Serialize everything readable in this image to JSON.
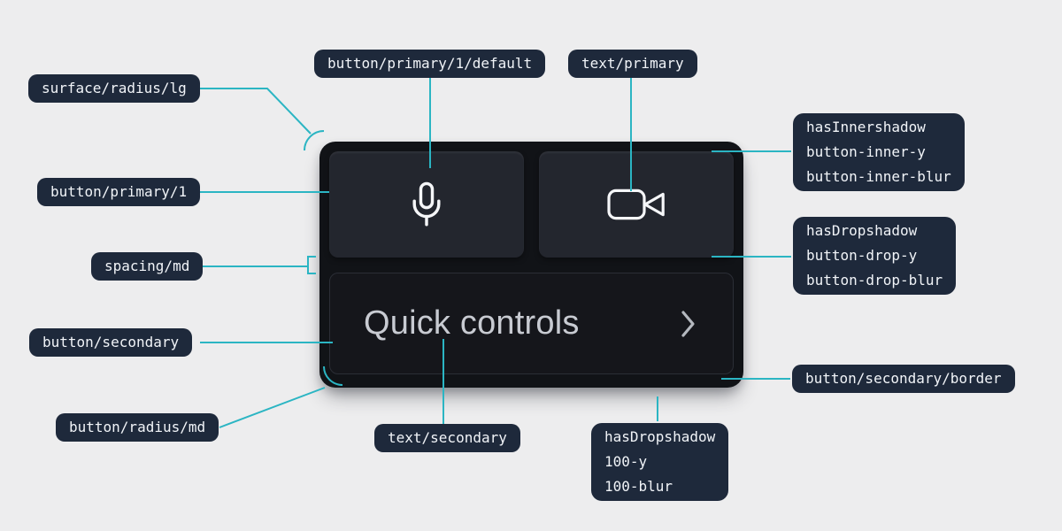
{
  "page": {
    "background_color": "#ededee",
    "accent_line_color": "#2bb5c3",
    "chip_background_color": "#1e293b",
    "chip_text_color": "#f1f4f8"
  },
  "card": {
    "background_color": "#111317",
    "primary_button_color": "#23262e",
    "secondary_button_color": "#15161b",
    "secondary_button_border_color": "#2b2e36",
    "mic_button": {
      "icon": "microphone-icon"
    },
    "video_button": {
      "icon": "video-camera-icon"
    },
    "quick_controls": {
      "label": "Quick controls",
      "icon": "chevron-right-icon",
      "text_color": "#c8cbd2"
    }
  },
  "annotations": {
    "surface_radius_lg": {
      "label": "surface/radius/lg"
    },
    "button_primary_default": {
      "label": "button/primary/1/default"
    },
    "text_primary": {
      "label": "text/primary"
    },
    "has_innershadow": {
      "lines": [
        "hasInnershadow",
        "button-inner-y",
        "button-inner-blur"
      ]
    },
    "button_primary_1": {
      "label": "button/primary/1"
    },
    "has_dropshadow_button": {
      "lines": [
        "hasDropshadow",
        "button-drop-y",
        "button-drop-blur"
      ]
    },
    "spacing_md": {
      "label": "spacing/md"
    },
    "button_secondary": {
      "label": "button/secondary"
    },
    "button_secondary_border": {
      "label": "button/secondary/border"
    },
    "button_radius_md": {
      "label": "button/radius/md"
    },
    "text_secondary": {
      "label": "text/secondary"
    },
    "has_dropshadow_100": {
      "lines": [
        "hasDropshadow",
        "100-y",
        "100-blur"
      ]
    }
  }
}
